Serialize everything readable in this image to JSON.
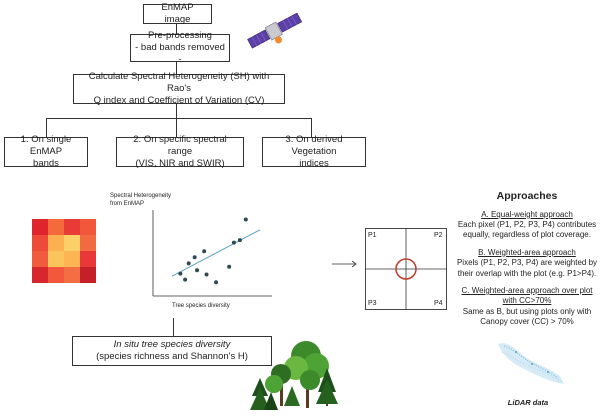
{
  "flow": {
    "enmap": "EnMAP image",
    "preproc_line1": "Pre-processing",
    "preproc_line2": "- bad bands removed -",
    "sh_line1": "Calculate Spectral Heterogeneity (SH) with Rao's",
    "sh_line2": "Q index and Coefficient of Variation (CV)",
    "opt1_line1": "1. On single EnMAP",
    "opt1_line2": "bands",
    "opt2_line1": "2. On specific spectral range",
    "opt2_line2": "(VIS, NIR and SWIR)",
    "opt3_line1": "3. On derived Vegetation",
    "opt3_line2": "indices",
    "insitu_line1": "In situ tree species diversity",
    "insitu_line2": "(species richness and Shannon's H)"
  },
  "scatter": {
    "ylabel_line1": "Spectral Heterogeneity",
    "ylabel_line2": "from EnMAP",
    "xlabel": "Tree species diversity"
  },
  "chart_data": {
    "type": "scatter",
    "title": "",
    "xlabel": "Tree species diversity",
    "ylabel": "Spectral Heterogeneity from EnMAP",
    "xlim": [
      0,
      10
    ],
    "ylim": [
      0,
      10
    ],
    "points": [
      {
        "x": 2.3,
        "y": 2.6
      },
      {
        "x": 2.7,
        "y": 1.9
      },
      {
        "x": 3.0,
        "y": 3.8
      },
      {
        "x": 3.5,
        "y": 4.5
      },
      {
        "x": 3.7,
        "y": 3.0
      },
      {
        "x": 4.3,
        "y": 5.2
      },
      {
        "x": 4.5,
        "y": 2.5
      },
      {
        "x": 5.3,
        "y": 1.6
      },
      {
        "x": 6.4,
        "y": 3.4
      },
      {
        "x": 6.8,
        "y": 6.2
      },
      {
        "x": 7.3,
        "y": 6.5
      },
      {
        "x": 7.8,
        "y": 8.9
      }
    ],
    "trend": [
      [
        1.6,
        2.3
      ],
      [
        9.0,
        7.7
      ]
    ],
    "grid": false,
    "point_color": "#2e4a52",
    "line_color": "#5b9fc7"
  },
  "plot": {
    "p1": "P1",
    "p2": "P2",
    "p3": "P3",
    "p4": "P4",
    "circle_color": "#c0392b"
  },
  "approaches": {
    "title": "Approaches",
    "a_title": "A. Equal-weight approach",
    "a_line1": "Each pixel (P1, P2, P3, P4) contributes",
    "a_line2": "equally, regardless of plot coverage.",
    "b_title": "B. Weighted-area approach",
    "b_line1": "Pixels (P1, P2, P3, P4) are weighted by",
    "b_line2": "their overlap with the plot (e.g. P1>P4).",
    "c_title_line1": "C. Weighted-area approach over plot",
    "c_title_line2": "with CC>70%",
    "c_line1": "Same as B, but using plots only with",
    "c_line2": "Canopy cover (CC) > 70%",
    "lidar": "LiDAR data"
  },
  "heatmap": {
    "colors": [
      [
        "#e0242c",
        "#f46a3c",
        "#e83a36",
        "#f3573b"
      ],
      [
        "#ed4a3a",
        "#fcb04f",
        "#fcd068",
        "#f26a42"
      ],
      [
        "#f15b3d",
        "#fcc55c",
        "#fdb452",
        "#e8383a"
      ],
      [
        "#d8262e",
        "#f1583c",
        "#f36e43",
        "#c51f2a"
      ]
    ]
  }
}
